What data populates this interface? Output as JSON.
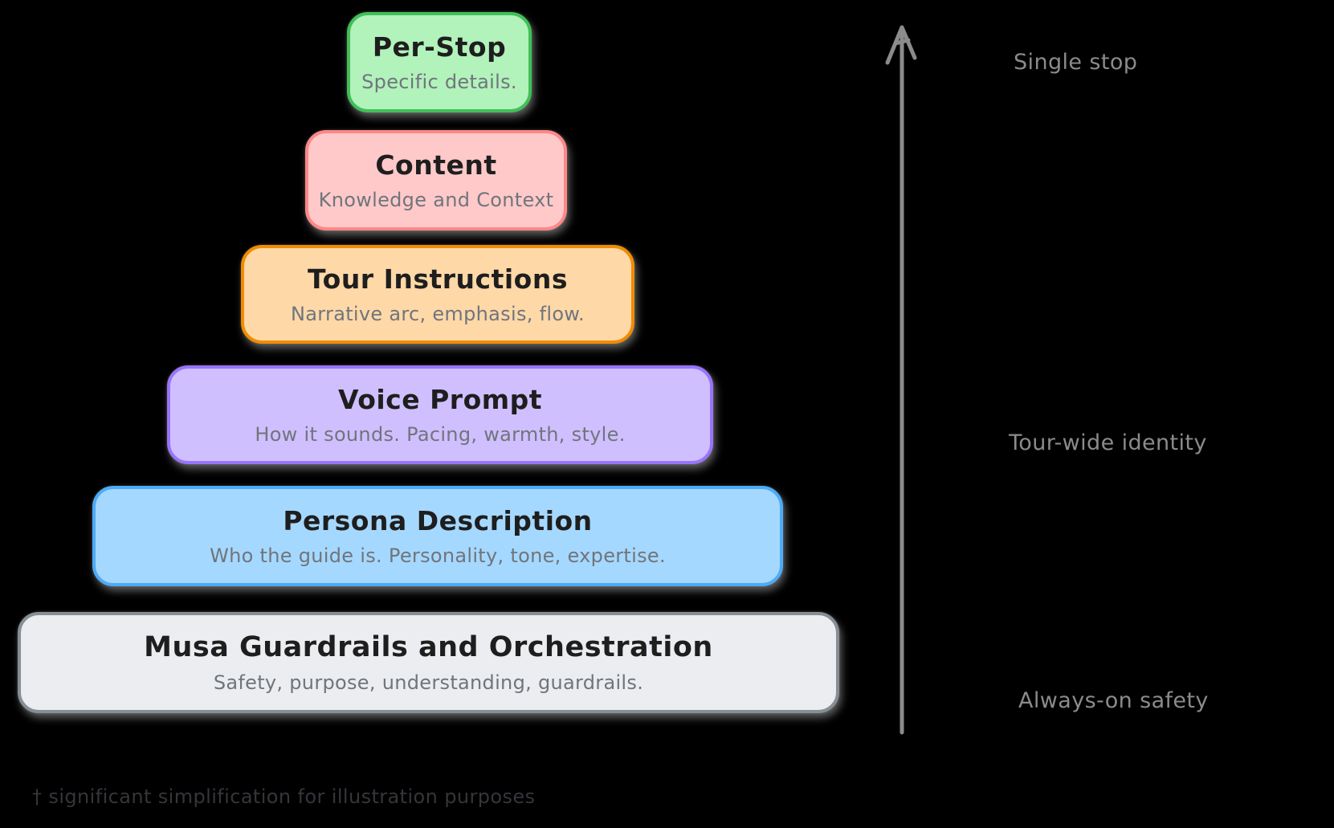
{
  "diagram": {
    "title_note": "prompt layering pyramid",
    "background_color": "#000000",
    "levels": [
      {
        "title": "Per-Stop",
        "subtitle": "Specific details.",
        "fill": "#b2f2bb",
        "stroke": "#40c057"
      },
      {
        "title": "Content",
        "subtitle": "Knowledge and Context",
        "fill": "#ffc9c9",
        "stroke": "#ff8787"
      },
      {
        "title": "Tour Instructions",
        "subtitle": "Narrative arc, emphasis, flow.",
        "fill": "#ffd8a8",
        "stroke": "#f08c00"
      },
      {
        "title": "Voice Prompt",
        "subtitle": "How it sounds. Pacing, warmth, style.",
        "fill": "#d0bfff",
        "stroke": "#9775fa"
      },
      {
        "title": "Persona Description",
        "subtitle": "Who the guide is. Personality, tone, expertise.",
        "fill": "#a5d8ff",
        "stroke": "#4dabf7"
      },
      {
        "title": "Musa Guardrails and Orchestration",
        "subtitle": "Safety, purpose, understanding, guardrails.",
        "fill": "#ebedf0",
        "stroke": "#868e96"
      }
    ],
    "axis": {
      "direction": "up",
      "color": "#8b8b8b",
      "labels": {
        "top": "Single stop",
        "middle": "Tour-wide identity",
        "bottom": "Always-on safety"
      }
    },
    "footnote": "† significant simplification for illustration purposes"
  }
}
